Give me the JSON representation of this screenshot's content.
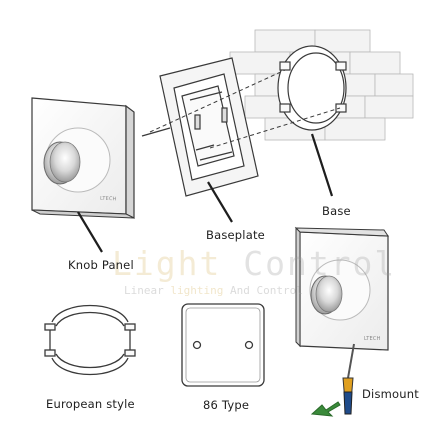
{
  "labels": {
    "knob_panel": "Knob Panel",
    "baseplate": "Baseplate",
    "base": "Base",
    "european_style": "European style",
    "type_86": "86 Type",
    "dismount": "Dismount"
  },
  "panel_brand": "LTECH",
  "watermark": {
    "title_part1": "Light",
    "title_part2": "Control",
    "subtitle_part1": "Linear",
    "subtitle_part2": "lighting",
    "subtitle_part3": "And Control"
  },
  "colors": {
    "line": "#3a3a3a",
    "panel_fill": "#f6f6f6",
    "watermark_gold": "#d8b86a",
    "watermark_gray": "#9a9a9a",
    "screwdriver_handle": "#1f4b8a",
    "screwdriver_grip": "#e0a020",
    "arrow_green": "#3a8a3a"
  }
}
